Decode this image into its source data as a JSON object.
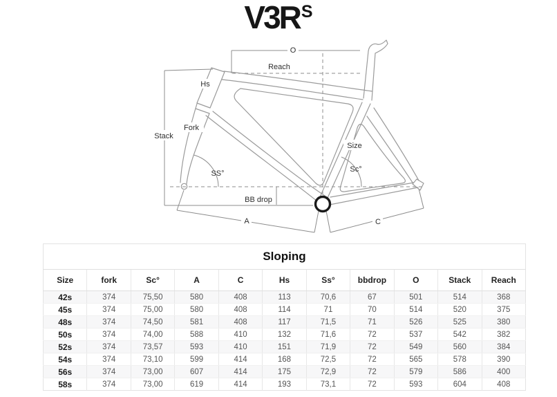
{
  "logo": {
    "main": "V3R",
    "sup": "S"
  },
  "diagram": {
    "labels": {
      "o": "O",
      "reach": "Reach",
      "hs": "Hs",
      "fork": "Fork",
      "stack": "Stack",
      "ss": "SS°",
      "size": "Size",
      "sc": "Sc°",
      "bbdrop": "BB drop",
      "a": "A",
      "c": "C"
    }
  },
  "table": {
    "title": "Sloping",
    "columns": [
      "Size",
      "fork",
      "Sc°",
      "A",
      "C",
      "Hs",
      "Ss°",
      "bbdrop",
      "O",
      "Stack",
      "Reach"
    ],
    "rows": [
      [
        "42s",
        "374",
        "75,50",
        "580",
        "408",
        "113",
        "70,6",
        "67",
        "501",
        "514",
        "368"
      ],
      [
        "45s",
        "374",
        "75,00",
        "580",
        "408",
        "114",
        "71",
        "70",
        "514",
        "520",
        "375"
      ],
      [
        "48s",
        "374",
        "74,50",
        "581",
        "408",
        "117",
        "71,5",
        "71",
        "526",
        "525",
        "380"
      ],
      [
        "50s",
        "374",
        "74,00",
        "588",
        "410",
        "132",
        "71,6",
        "72",
        "537",
        "542",
        "382"
      ],
      [
        "52s",
        "374",
        "73,57",
        "593",
        "410",
        "151",
        "71,9",
        "72",
        "549",
        "560",
        "384"
      ],
      [
        "54s",
        "374",
        "73,10",
        "599",
        "414",
        "168",
        "72,5",
        "72",
        "565",
        "578",
        "390"
      ],
      [
        "56s",
        "374",
        "73,00",
        "607",
        "414",
        "175",
        "72,9",
        "72",
        "579",
        "586",
        "400"
      ],
      [
        "58s",
        "374",
        "73,00",
        "619",
        "414",
        "193",
        "73,1",
        "72",
        "593",
        "604",
        "408"
      ]
    ]
  },
  "colors": {
    "frame_line": "#9a9a9a",
    "dimension_line": "#8c8c8c",
    "diagram_label": "#2e2e2e",
    "bb_circle": "#1a1a1a",
    "row_stripe": "#f7f7f8",
    "table_border": "#e3e3e3",
    "logo": "#161616"
  }
}
